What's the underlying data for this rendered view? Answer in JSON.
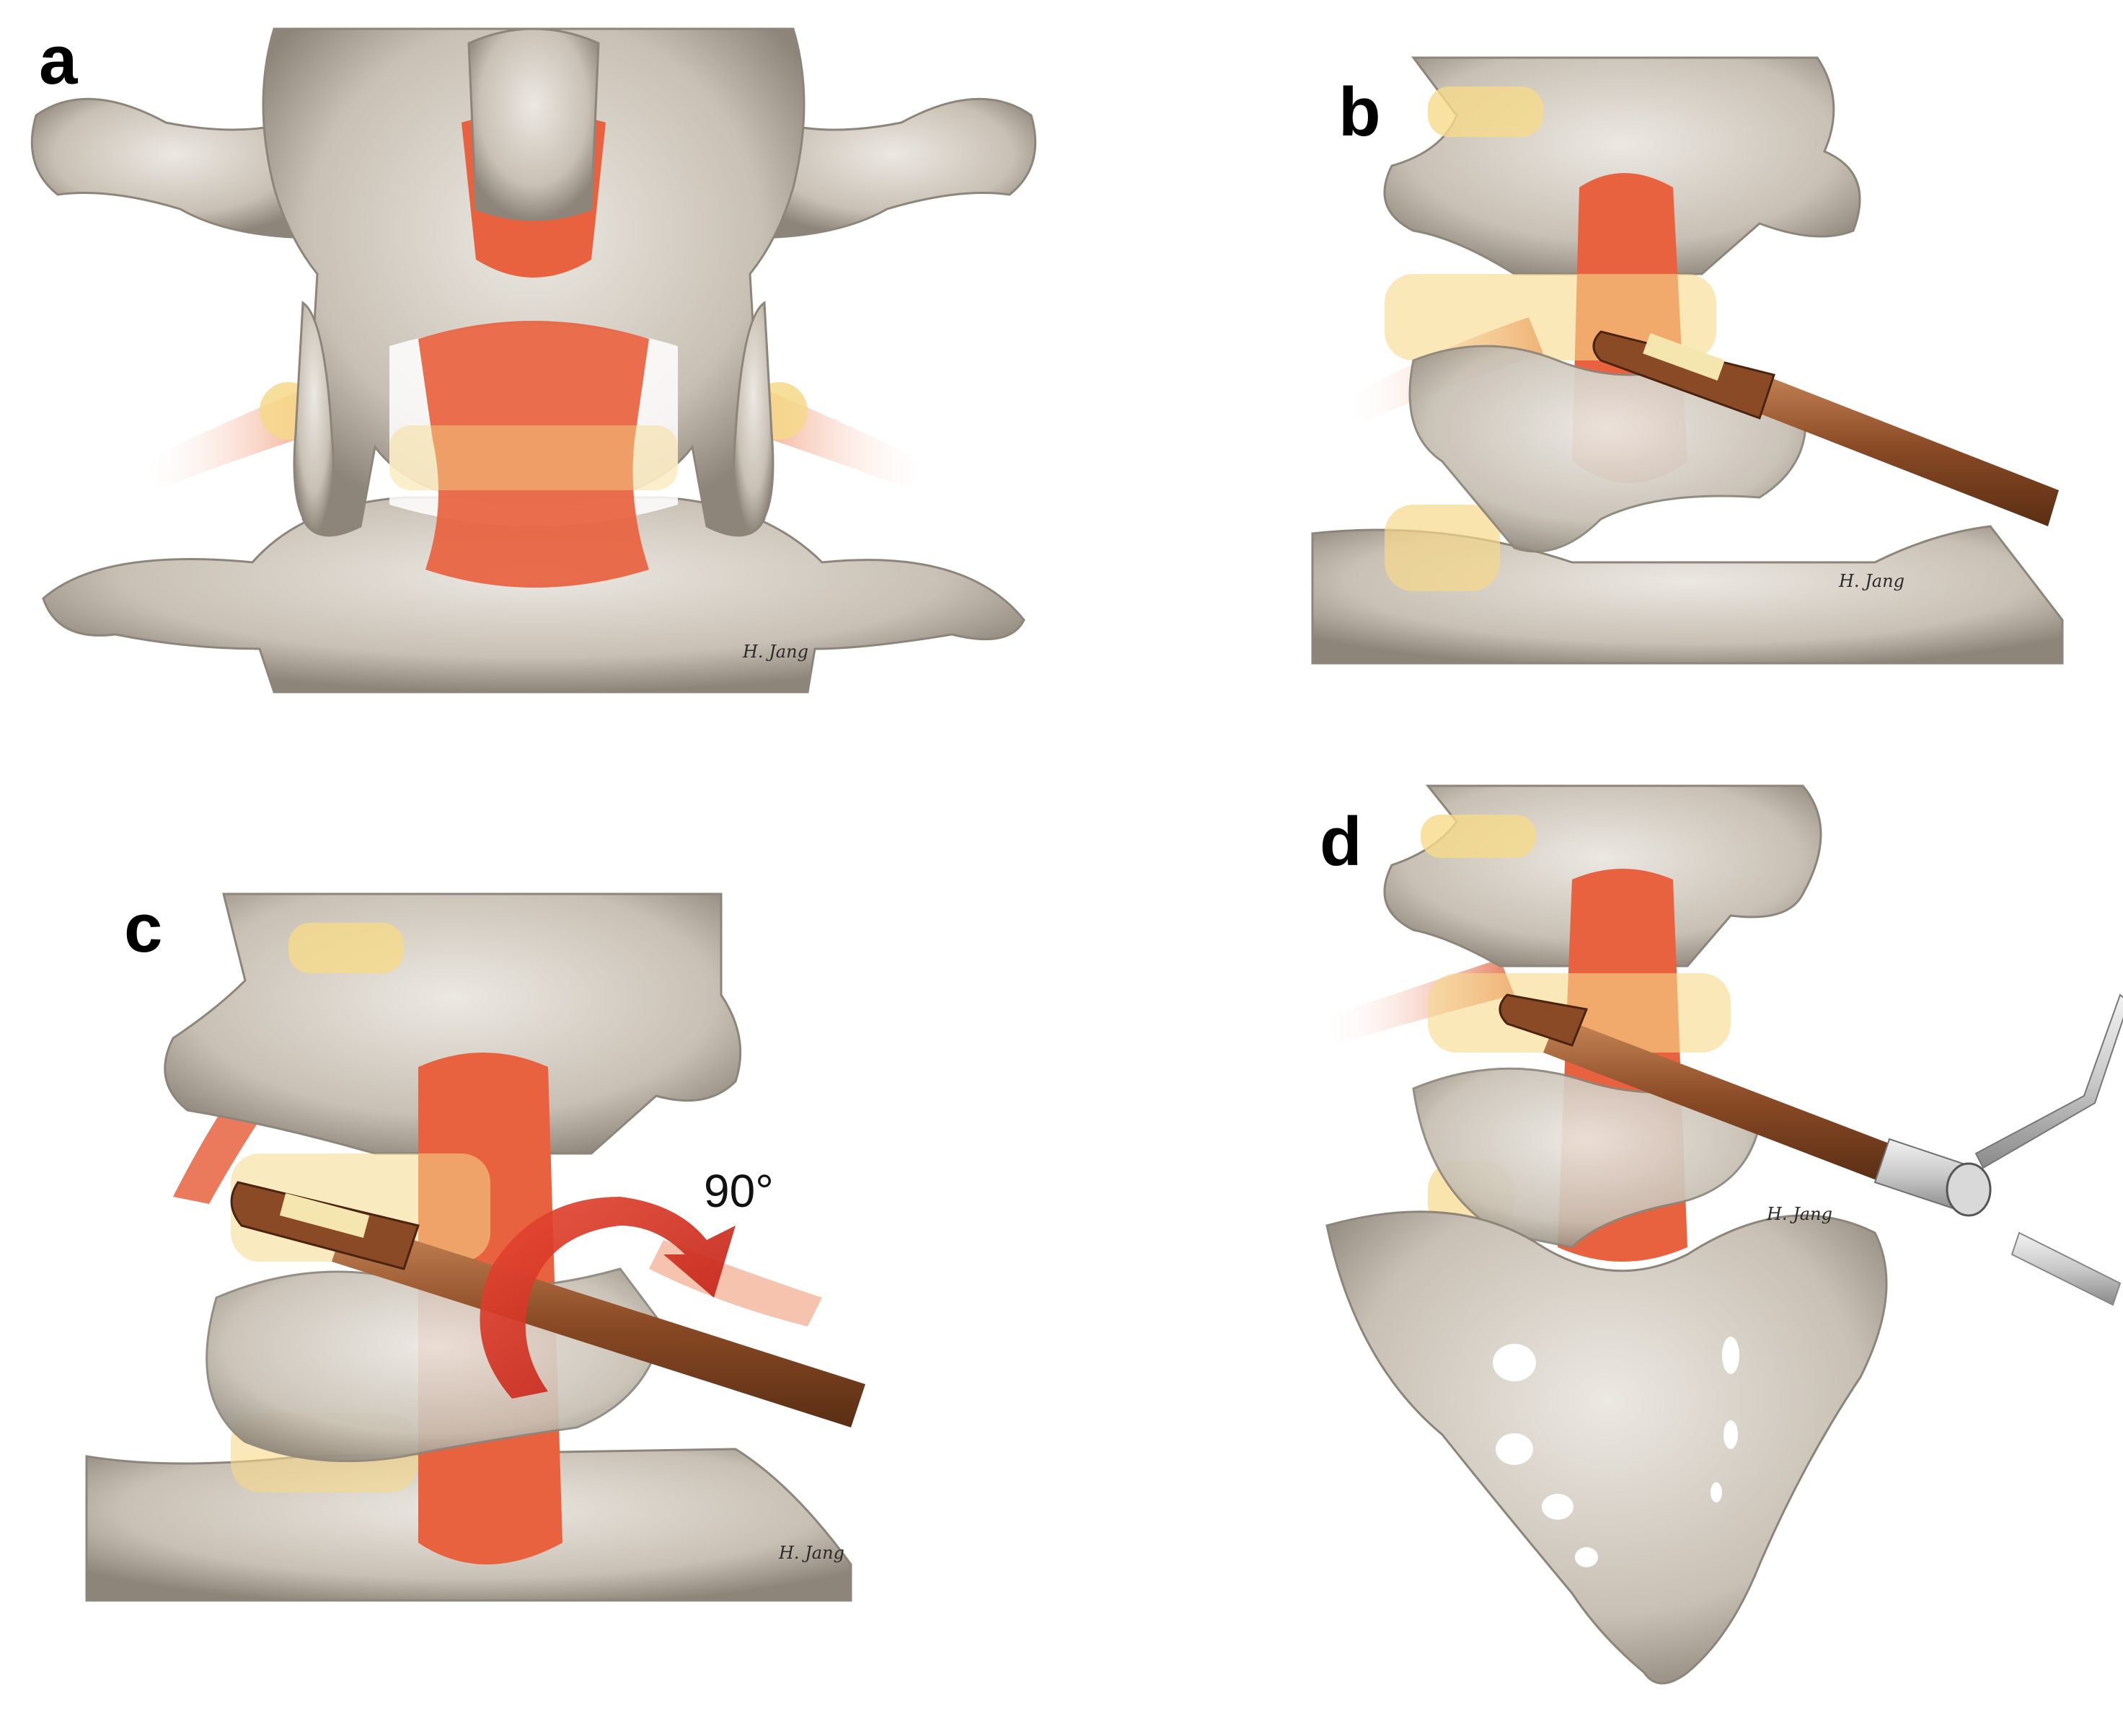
{
  "panels": [
    {
      "letter": "a",
      "signature": "H. Jang"
    },
    {
      "letter": "b",
      "signature": "H. Jang"
    },
    {
      "letter": "c",
      "signature": "H. Jang",
      "angle_label": "90°"
    },
    {
      "letter": "d",
      "signature": "H. Jang"
    }
  ],
  "colors": {
    "bone": "#c8c0b4",
    "bone_shadow": "#8d857a",
    "bone_highlight": "#ece8e2",
    "dura": "#e8623f",
    "nerve": "#f2b49a",
    "disc": "#f6d98a",
    "instrument": "#8a4a25",
    "instrument_highlight": "#c98758",
    "arrow": "#d42a1c",
    "metal": "#c9c9c9"
  }
}
